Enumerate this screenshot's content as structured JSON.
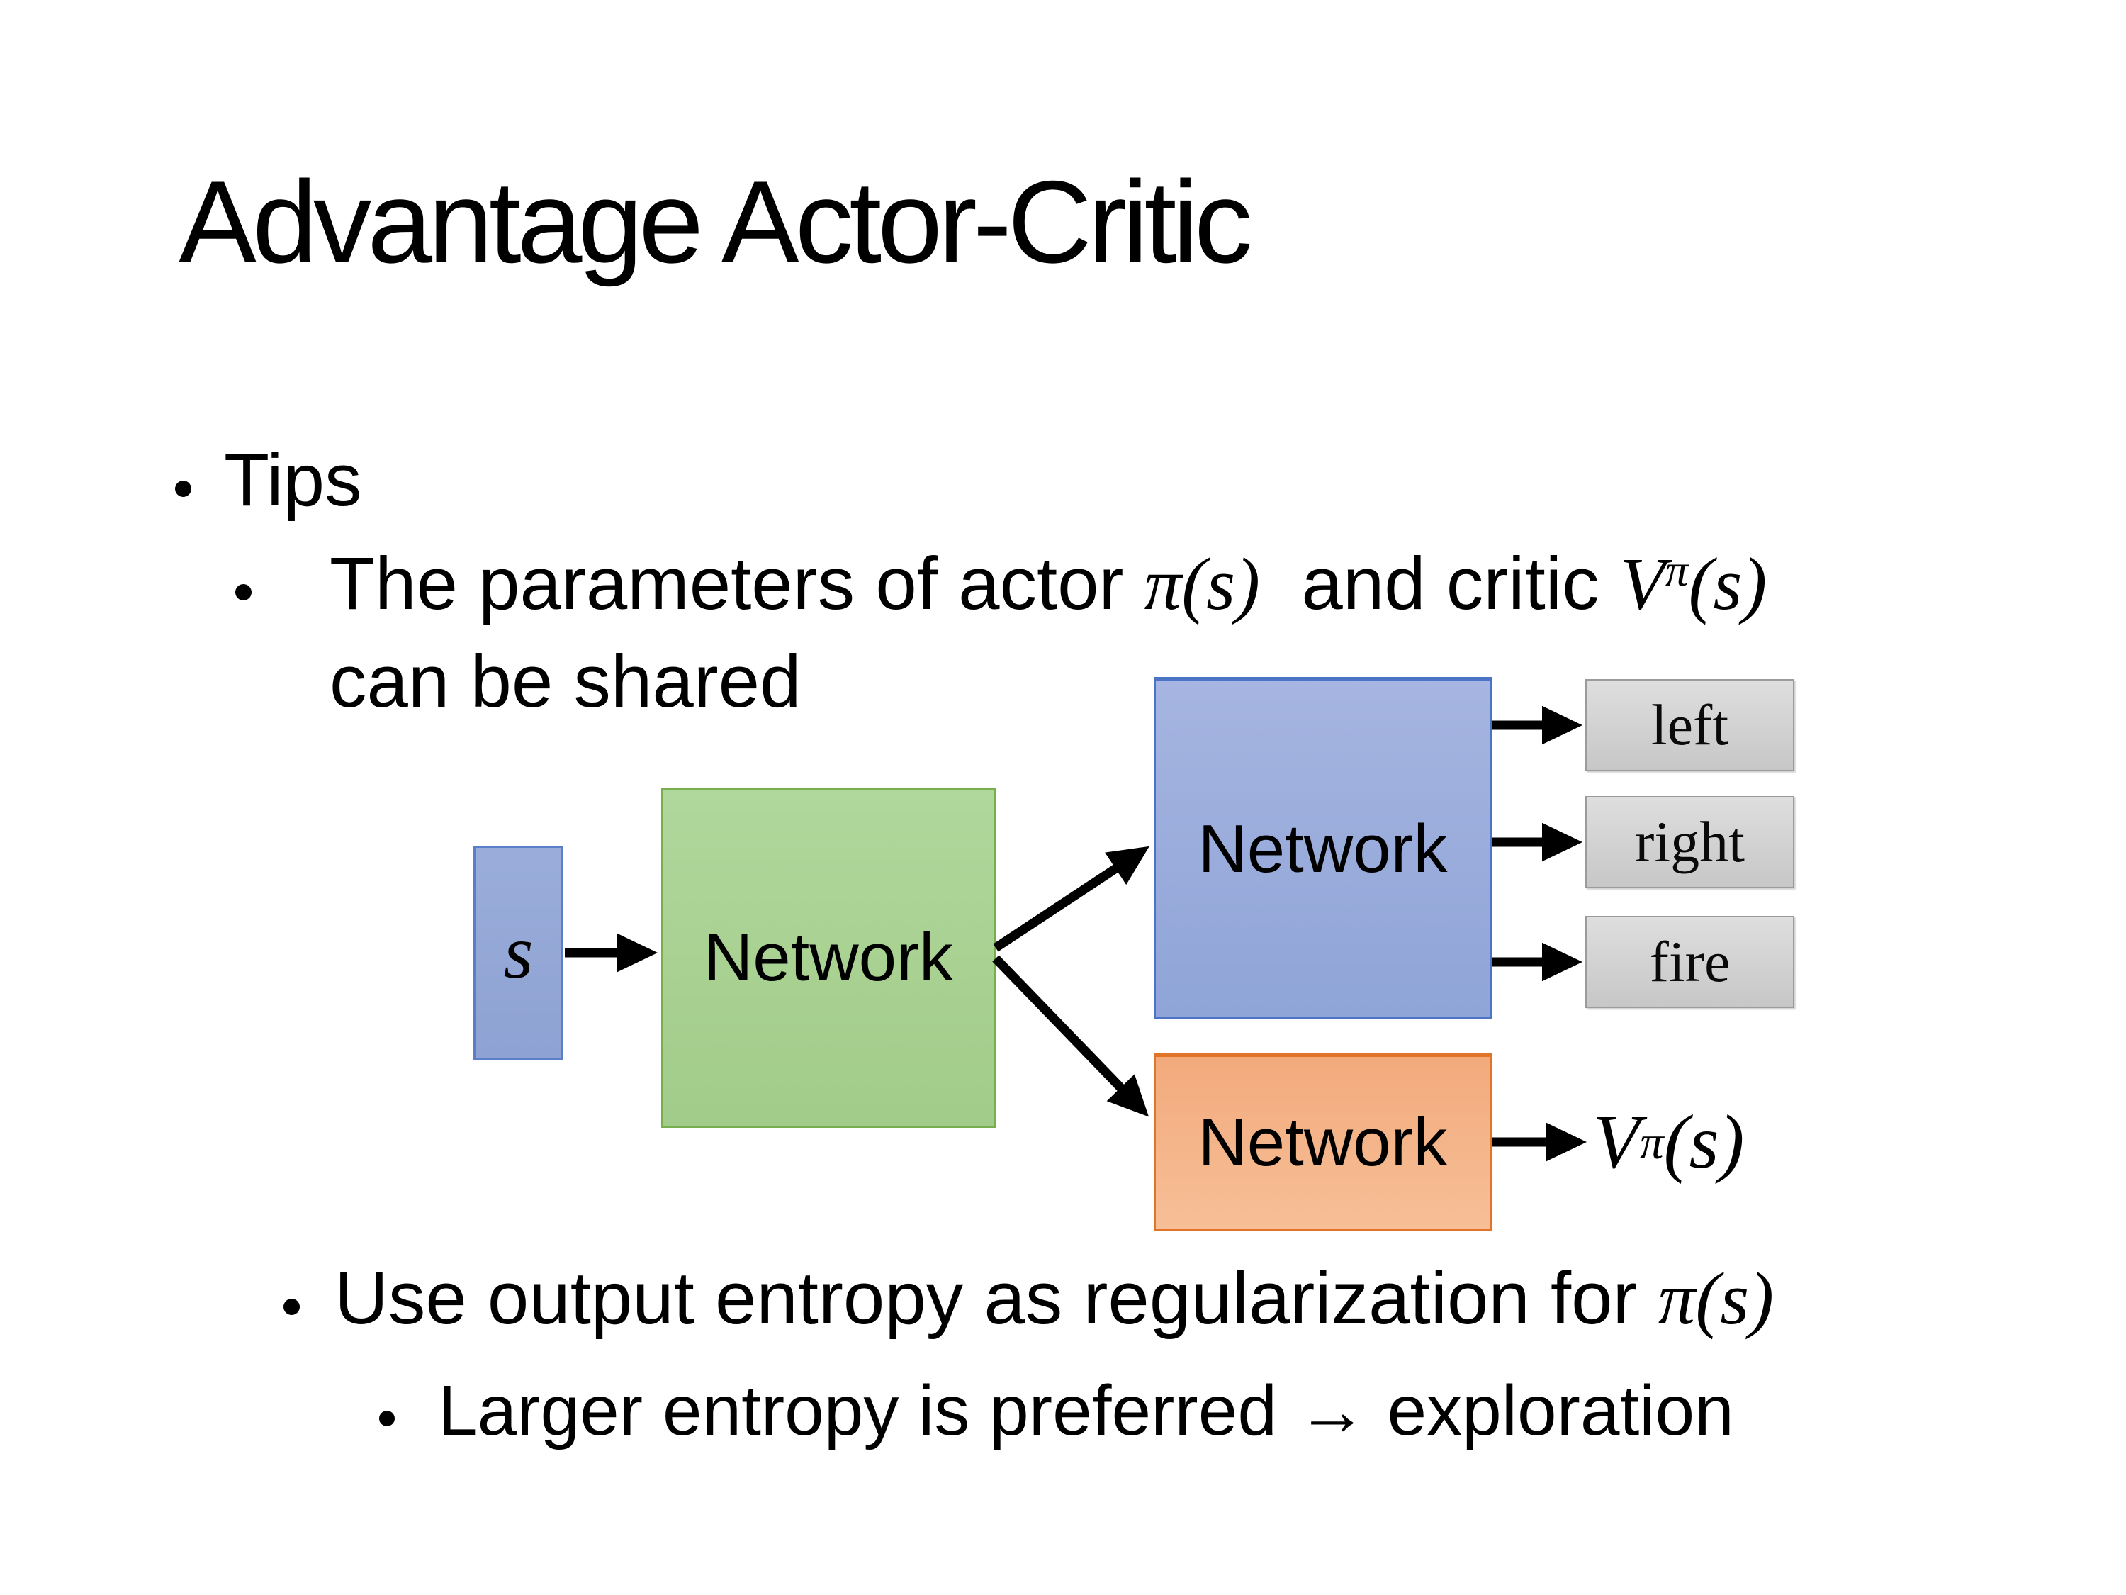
{
  "slide": {
    "title": "Advantage Actor-Critic",
    "tips_label": "Tips",
    "param_line": {
      "pre": "The parameters of actor ",
      "actor_pi": "π",
      "actor_args": "(s)",
      "mid": "  and critic ",
      "critic_V": "V",
      "critic_sup": "π",
      "critic_args": "(s)",
      "line2": "can be shared"
    },
    "entropy_line": {
      "pre": "Use output entropy as regularization for ",
      "pi": "π",
      "args": "(s)"
    },
    "exploration_line": "Larger entropy is preferred → exploration"
  },
  "diagram": {
    "state_label": "s",
    "shared_network_label": "Network",
    "actor_network_label": "Network",
    "critic_network_label": "Network",
    "actions": [
      "left",
      "right",
      "fire"
    ],
    "value_label": {
      "V": "V",
      "sup": "π",
      "args": "(s)"
    },
    "colors": {
      "state_fill": "#96A9D8",
      "state_border": "#5B7EC9",
      "shared_fill": "#A9D18E",
      "shared_border": "#77AF4F",
      "actor_fill": "#99ABDB",
      "actor_border": "#4B74C4",
      "critic_fill": "#F5B283",
      "critic_border": "#E2742A",
      "action_fill": "#D2D2D2",
      "action_border": "#9B9B9B",
      "arrow": "#000000",
      "text": "#000000",
      "background": "#FFFFFF"
    }
  }
}
